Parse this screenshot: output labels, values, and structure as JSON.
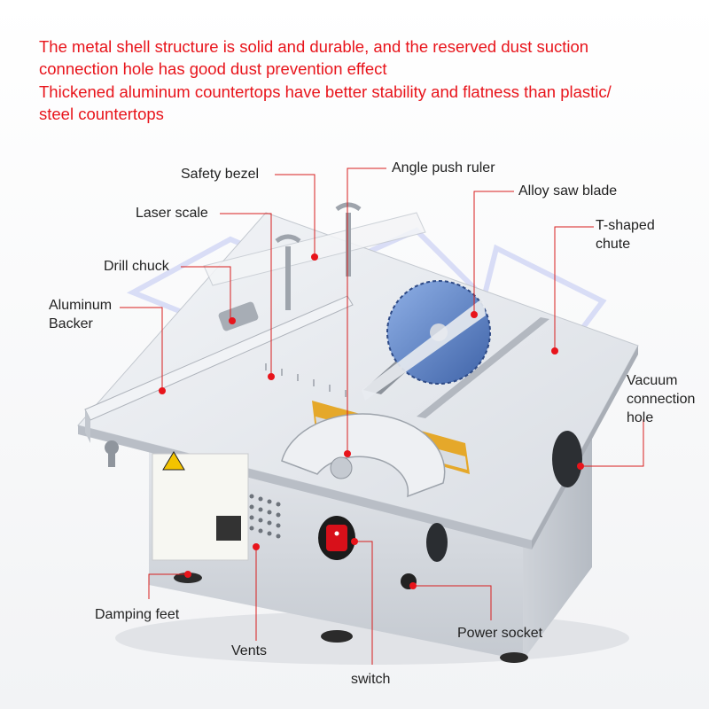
{
  "headline": {
    "line1": "The metal shell structure is solid and durable, and the reserved dust suction",
    "line2": "connection hole has good dust prevention effect",
    "line3": "Thickened aluminum countertops have better stability and flatness than plastic/",
    "line4": "steel countertops"
  },
  "callouts": {
    "safety_bezel": "Safety bezel",
    "angle_push_ruler": "Angle push ruler",
    "alloy_saw_blade": "Alloy saw blade",
    "laser_scale": "Laser scale",
    "t_shaped_chute_1": "T-shaped",
    "t_shaped_chute_2": "chute",
    "drill_chuck": "Drill chuck",
    "aluminum_backer_1": "Aluminum",
    "aluminum_backer_2": "Backer",
    "vacuum_1": "Vacuum",
    "vacuum_2": "connection",
    "vacuum_3": "hole",
    "damping_feet": "Damping feet",
    "vents": "Vents",
    "power_socket": "Power socket",
    "switch": "switch"
  },
  "colors": {
    "headline": "#e8141b",
    "leader": "#d81e1e",
    "table_top": "#e6e9ee",
    "body": "#d4d8de",
    "blade": "#5f83c8",
    "edge_strip": "#e5a82a",
    "switch": "#d8101a"
  }
}
